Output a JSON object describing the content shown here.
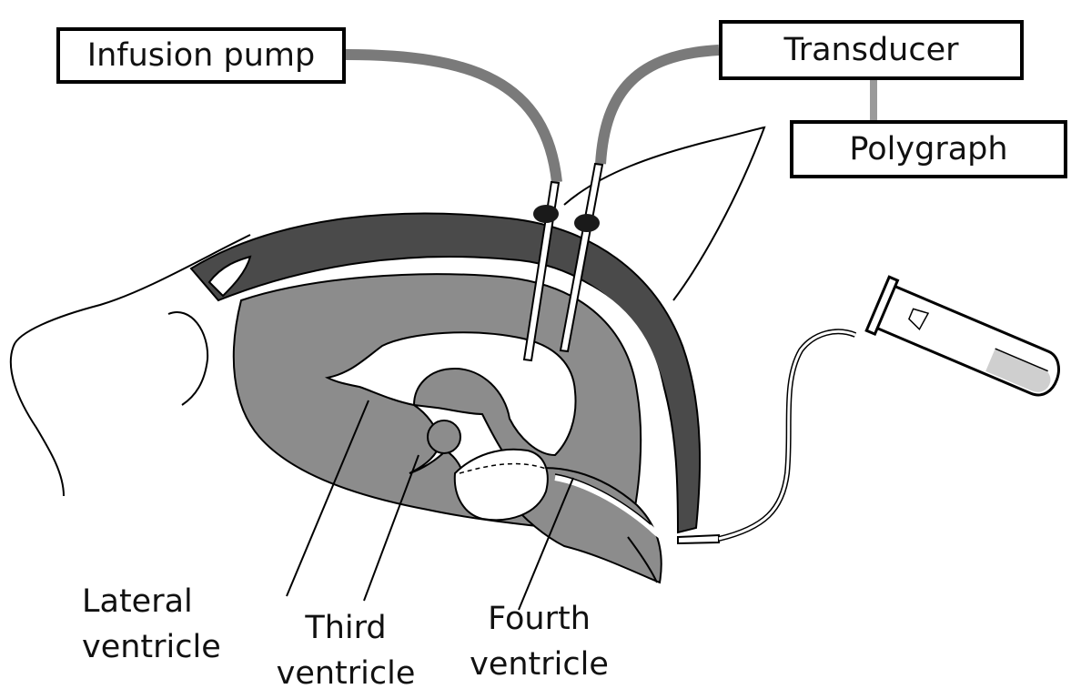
{
  "boxes": {
    "infusion_pump": "Infusion pump",
    "transducer": "Transducer",
    "polygraph": "Polygraph"
  },
  "labels": {
    "lateral_line1": "Lateral",
    "lateral_line2": "ventricle",
    "third_line1": "Third",
    "third_line2": "ventricle",
    "fourth_line1": "Fourth",
    "fourth_line2": "ventricle"
  },
  "colors": {
    "brain_fill": "#8c8c8c",
    "dark_band": "#4a4a4a",
    "tube": "#7a7a7a",
    "ventricle": "#ffffff",
    "outline": "#000000"
  }
}
